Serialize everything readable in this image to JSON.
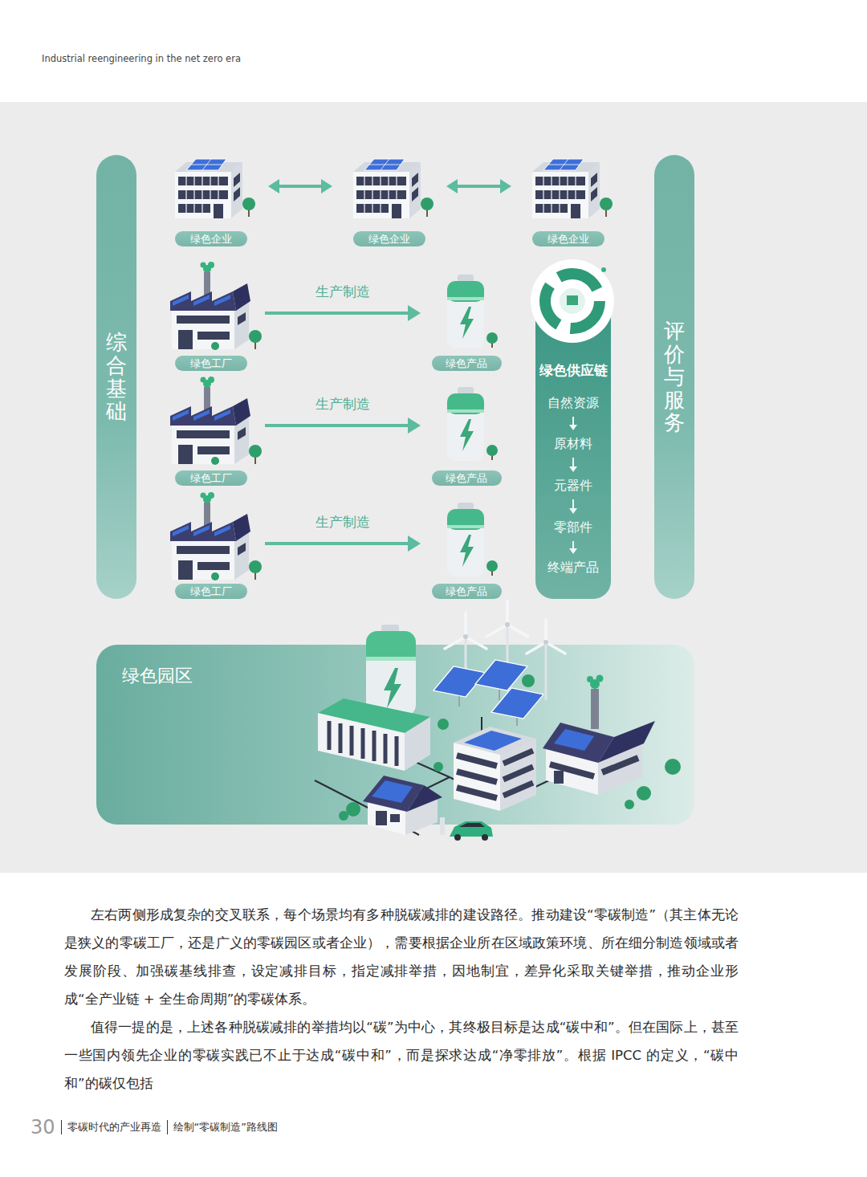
{
  "diagram": {
    "nodes": [
      {
        "text": [
          "综合基础"
        ]
      },
      {
        "text": [
          "绿色企业"
        ]
      },
      {
        "text": [
          "绿色企业"
        ]
      },
      {
        "text": [
          "绿色企业"
        ]
      },
      {
        "text": [
          "绿色工厂"
        ]
      },
      {
        "text": [
          "绿色产品"
        ]
      },
      {
        "text": [
          "绿色工厂"
        ]
      },
      {
        "text": [
          "绿色产品"
        ]
      },
      {
        "text": [
          "绿色工厂"
        ]
      },
      {
        "text": [
          "绿色产品"
        ]
      },
      {
        "text": [
          "绿色供应链"
        ]
      },
      {
        "text": [
          "自然资源"
        ],
        "in": 10
      },
      {
        "text": [
          "原材料"
        ],
        "in": 10
      },
      {
        "text": [
          "元器件"
        ],
        "in": 10
      },
      {
        "text": [
          "零部件"
        ],
        "in": 10
      },
      {
        "text": [
          "终端产品"
        ],
        "in": 10
      },
      {
        "text": [
          "评价与服务"
        ]
      },
      {
        "text": [
          "绿色园区"
        ]
      }
    ],
    "edges": [
      {
        "from": 1,
        "to": 2,
        "arrow": "both"
      },
      {
        "from": 2,
        "to": 3,
        "arrow": "both"
      },
      {
        "from": 4,
        "to": 5,
        "label": "生产制造",
        "arrow": "to"
      },
      {
        "from": 6,
        "to": 7,
        "label": "生产制造",
        "arrow": "to"
      },
      {
        "from": 8,
        "to": 9,
        "label": "生产制造",
        "arrow": "to"
      },
      {
        "from": 11,
        "to": 12,
        "arrow": "to"
      },
      {
        "from": 12,
        "to": 13,
        "arrow": "to"
      },
      {
        "from": 13,
        "to": 14,
        "arrow": "to"
      },
      {
        "from": 14,
        "to": 15,
        "arrow": "to"
      }
    ],
    "labels": [
      "Industrial reengineering in the net zero era",
      "左右两侧形成复杂的交叉联系，每个场景均有多种脱碳减排的建设路径。推动建设“零碳制造”（其主体无论是狭义的零碳工厂，还是广义的零碳园区或者企业），需要根据企业所在区域政策环境、所在细分制造领域或者发展阶段、加强碳基线排查，设定减排目标，指定减排举措，因地制宜，差异化采取关键举措，推动企业形成“全产业链 + 全生命周期”的零碳体系。",
      "值得一提的是，上述各种脱碳减排的举措均以“碳”为中心，其终极目标是达成“碳中和”。但在国际上，甚至一些国内领先企业的零碳实践已不止于达成“碳中和”，而是探求达成“净零排放”。根据 IPCC 的定义，“碳中和”的碳仅包括",
      "30",
      "零碳时代的产业再造",
      "绘制“零碳制造”路线图"
    ]
  }
}
